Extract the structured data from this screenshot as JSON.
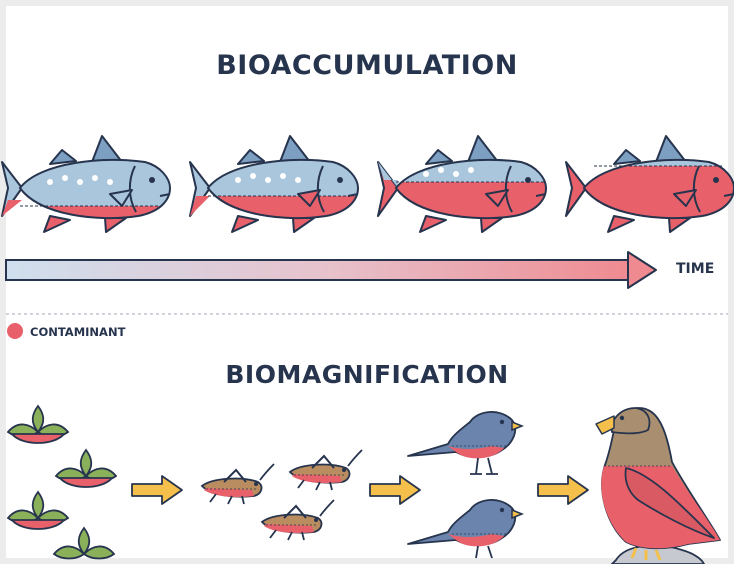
{
  "titles": {
    "top": "BIOACCUMULATION",
    "bottom": "BIOMAGNIFICATION"
  },
  "time_label": "TIME",
  "legend": {
    "label": "CONTAMINANT",
    "color": "#e8616a"
  },
  "colors": {
    "outline": "#27344e",
    "contaminant": "#e8616a",
    "fish_blue": "#a9c6dc",
    "plant_green": "#8bb05a",
    "insect_brown": "#b98d5f",
    "bird_blue": "#6b84ad",
    "eagle_brown": "#a98f6f",
    "arrow_yellow": "#f4c04b"
  },
  "bioaccumulation_stages": [
    {
      "name": "fish-stage-1",
      "contaminant_level": 0.2
    },
    {
      "name": "fish-stage-2",
      "contaminant_level": 0.4
    },
    {
      "name": "fish-stage-3",
      "contaminant_level": 0.6
    },
    {
      "name": "fish-stage-4",
      "contaminant_level": 0.95
    }
  ],
  "food_chain": [
    {
      "level": "plants",
      "count": 4,
      "contaminant_level": 0.15
    },
    {
      "level": "grasshoppers",
      "count": 3,
      "contaminant_level": 0.35
    },
    {
      "level": "small-birds",
      "count": 2,
      "contaminant_level": 0.5
    },
    {
      "level": "eagle",
      "count": 1,
      "contaminant_level": 0.65
    }
  ]
}
